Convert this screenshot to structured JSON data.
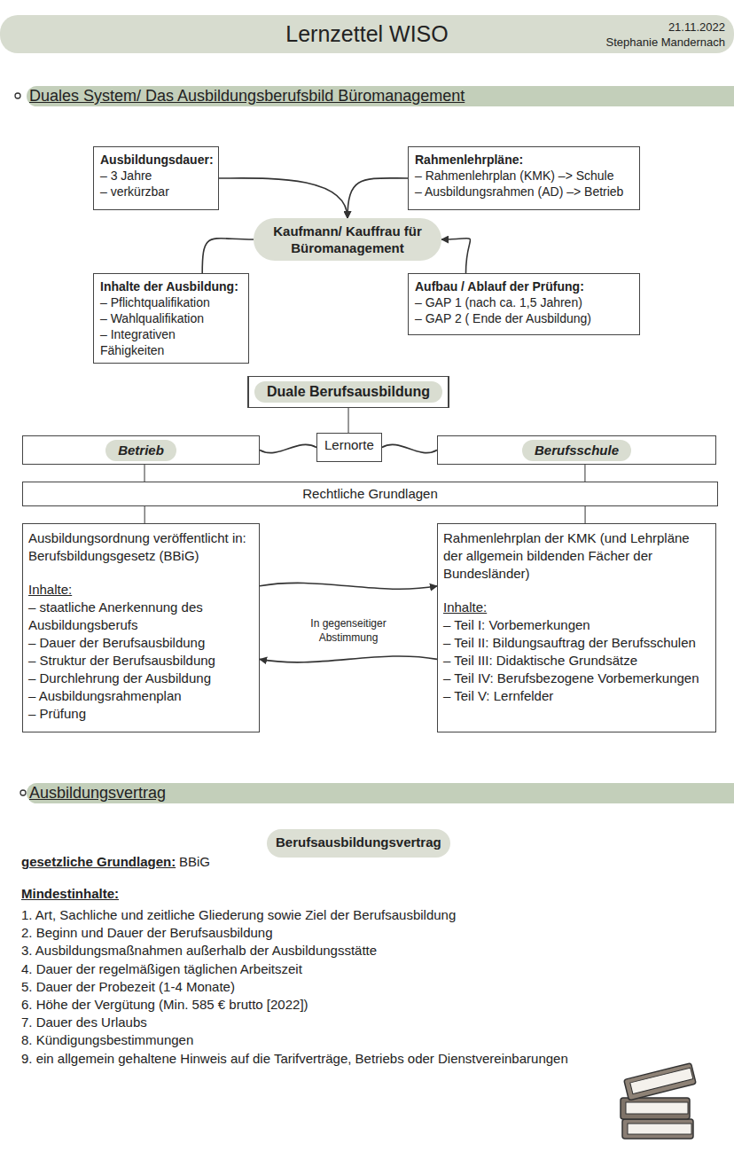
{
  "diagram": {
    "title": "Lernzettel WISO",
    "nodes": [
      {
        "text": [
          "Duales System/ Das Ausbildungsberufsbild Büromanagement"
        ]
      },
      {
        "text": [
          "Ausbildungsdauer:",
          "– 3 Jahre",
          "– verkürzbar"
        ]
      },
      {
        "text": [
          "Rahmenlehrpläne:",
          "– Rahmenlehrplan (KMK) –> Schule",
          "– Ausbildungsrahmen (AD) –> Betrieb"
        ]
      },
      {
        "text": [
          "Kaufmann/ Kauffrau für Büromanagement"
        ]
      },
      {
        "text": [
          "Inhalte der Ausbildung:",
          "– Pflichtqualifikation",
          "– Wahlqualifikation",
          "– Integrativen Fähigkeiten"
        ]
      },
      {
        "text": [
          "Aufbau / Ablauf der Prüfung:",
          "– GAP 1 (nach ca. 1,5 Jahren)",
          "– GAP 2 ( Ende der Ausbildung)"
        ]
      },
      {
        "text": [
          "Duale Berufsausbildung"
        ]
      },
      {
        "text": [
          "Betrieb"
        ]
      },
      {
        "text": [
          "Lernorte"
        ]
      },
      {
        "text": [
          "Berufsschule"
        ]
      },
      {
        "text": [
          "Rechtliche Grundlagen"
        ]
      },
      {
        "text": [
          "Ausbildungsordnung veröffentlicht in: Berufsbildungsgesetz (BBiG)",
          "Inhalte:",
          "– staatliche Anerkennung des Ausbildungsberufs",
          "– Dauer der Berufsausbildung",
          "– Struktur der Berufsausbildung",
          "– Durchlehrung der Ausbildung",
          "– Ausbildungsrahmenplan",
          "– Prüfung"
        ]
      },
      {
        "text": [
          "Rahmenlehrplan der KMK (und Lehrpläne der allgemein bildenden Fächer der Bundesländer)",
          "Inhalte:",
          "– Teil I: Vorbemerkungen",
          "– Teil II: Bildungsauftrag der Berufsschulen",
          "– Teil III: Didaktische Grundsätze",
          "– Teil IV: Berufsbezogene Vorbemerkungen",
          "– Teil V: Lernfelder"
        ]
      },
      {
        "text": [
          "Ausbildungsvertrag"
        ]
      },
      {
        "text": [
          "Berufsausbildungsvertrag"
        ]
      }
    ],
    "edges": [
      {
        "from": 1,
        "to": 3,
        "arrow": "to"
      },
      {
        "from": 2,
        "to": 3,
        "arrow": "to"
      },
      {
        "from": 4,
        "to": 3,
        "arrow": "none"
      },
      {
        "from": 5,
        "to": 3,
        "arrow": "to"
      },
      {
        "from": 6,
        "to": 8,
        "arrow": "none"
      },
      {
        "from": 8,
        "to": 7,
        "arrow": "none"
      },
      {
        "from": 8,
        "to": 9,
        "arrow": "none"
      },
      {
        "from": 7,
        "to": 10,
        "arrow": "none"
      },
      {
        "from": 9,
        "to": 10,
        "arrow": "none"
      },
      {
        "from": 10,
        "to": 11,
        "arrow": "none"
      },
      {
        "from": 10,
        "to": 12,
        "arrow": "none"
      },
      {
        "from": 11,
        "to": 12,
        "arrow": "to"
      },
      {
        "from": 12,
        "to": 11,
        "arrow": "to"
      }
    ],
    "labels": [
      "21.11.2022",
      "Stephanie Mandernach",
      "In gegenseitiger Abstimmung",
      "gesetzliche Grundlagen:",
      "BBiG",
      "Mindestinhalte:",
      "1. Art, Sachliche und zeitliche Gliederung sowie Ziel der Berufsausbildung",
      "2. Beginn und Dauer der Berufsausbildung",
      "3. Ausbildungsmaßnahmen außerhalb der Ausbildungsstätte",
      "4. Dauer der regelmäßigen täglichen Arbeitszeit",
      "5. Dauer der Probezeit (1-4 Monate)",
      "6. Höhe der  Vergütung (Min. 585 € brutto [2022])",
      "7. Dauer des Urlaubs",
      "8. Kündigungsbestimmungen",
      "9. ein allgemein gehaltene Hinweis auf die Tarifverträge, Betriebs oder Dienstvereinbarungen"
    ]
  }
}
